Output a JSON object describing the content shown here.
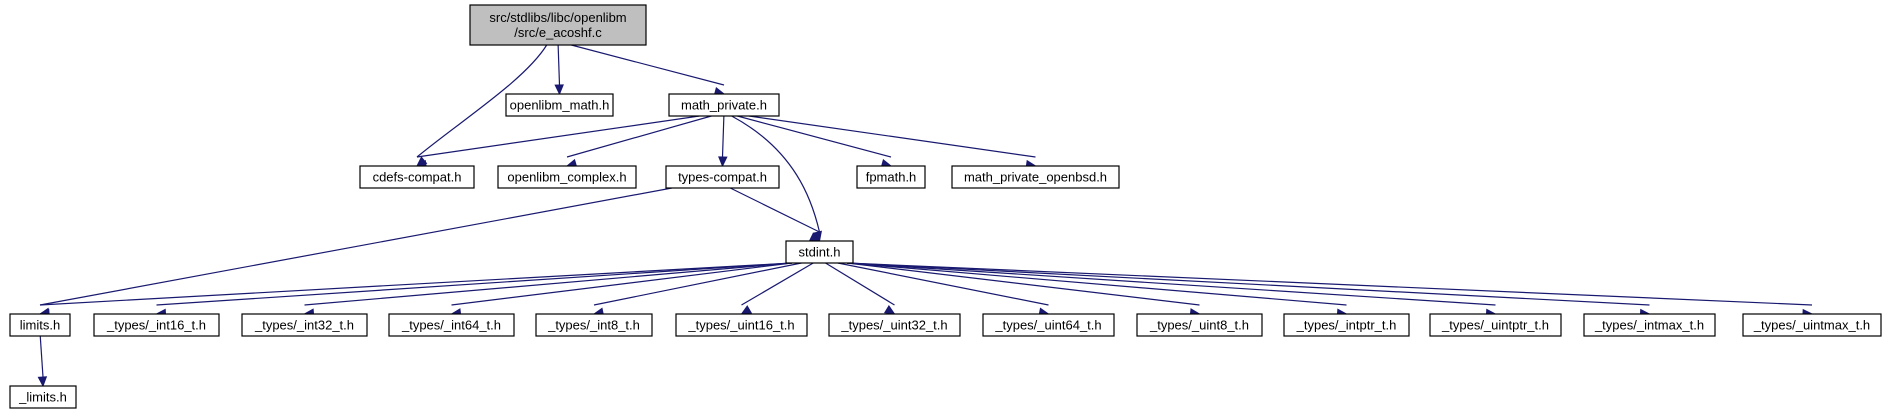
{
  "diagram": {
    "nodes": [
      {
        "id": "root",
        "lines": [
          "src/stdlibs/libc/openlibm",
          "/src/e_acoshf.c"
        ],
        "root": true
      },
      {
        "id": "openlibm_math",
        "lines": [
          "openlibm_math.h"
        ]
      },
      {
        "id": "math_private",
        "lines": [
          "math_private.h"
        ]
      },
      {
        "id": "cdefs_compat",
        "lines": [
          "cdefs-compat.h"
        ]
      },
      {
        "id": "openlibm_complex",
        "lines": [
          "openlibm_complex.h"
        ]
      },
      {
        "id": "types_compat",
        "lines": [
          "types-compat.h"
        ]
      },
      {
        "id": "fpmath",
        "lines": [
          "fpmath.h"
        ]
      },
      {
        "id": "math_private_openbsd",
        "lines": [
          "math_private_openbsd.h"
        ]
      },
      {
        "id": "stdint",
        "lines": [
          "stdint.h"
        ]
      },
      {
        "id": "limits",
        "lines": [
          "limits.h"
        ]
      },
      {
        "id": "int16",
        "lines": [
          "_types/_int16_t.h"
        ]
      },
      {
        "id": "int32",
        "lines": [
          "_types/_int32_t.h"
        ]
      },
      {
        "id": "int64",
        "lines": [
          "_types/_int64_t.h"
        ]
      },
      {
        "id": "int8",
        "lines": [
          "_types/_int8_t.h"
        ]
      },
      {
        "id": "uint16",
        "lines": [
          "_types/_uint16_t.h"
        ]
      },
      {
        "id": "uint32",
        "lines": [
          "_types/_uint32_t.h"
        ]
      },
      {
        "id": "uint64",
        "lines": [
          "_types/_uint64_t.h"
        ]
      },
      {
        "id": "uint8",
        "lines": [
          "_types/_uint8_t.h"
        ]
      },
      {
        "id": "intptr",
        "lines": [
          "_types/_intptr_t.h"
        ]
      },
      {
        "id": "uintptr",
        "lines": [
          "_types/_uintptr_t.h"
        ]
      },
      {
        "id": "intmax",
        "lines": [
          "_types/_intmax_t.h"
        ]
      },
      {
        "id": "uintmax",
        "lines": [
          "_types/_uintmax_t.h"
        ]
      },
      {
        "id": "_limits",
        "lines": [
          "_limits.h"
        ]
      }
    ],
    "edges": [
      [
        "root",
        "cdefs_compat"
      ],
      [
        "root",
        "openlibm_math"
      ],
      [
        "root",
        "math_private"
      ],
      [
        "math_private",
        "cdefs_compat"
      ],
      [
        "math_private",
        "openlibm_complex"
      ],
      [
        "math_private",
        "types_compat"
      ],
      [
        "math_private",
        "stdint"
      ],
      [
        "math_private",
        "fpmath"
      ],
      [
        "math_private",
        "math_private_openbsd"
      ],
      [
        "types_compat",
        "limits"
      ],
      [
        "types_compat",
        "stdint"
      ],
      [
        "stdint",
        "limits"
      ],
      [
        "stdint",
        "int16"
      ],
      [
        "stdint",
        "int32"
      ],
      [
        "stdint",
        "int64"
      ],
      [
        "stdint",
        "int8"
      ],
      [
        "stdint",
        "uint16"
      ],
      [
        "stdint",
        "uint32"
      ],
      [
        "stdint",
        "uint64"
      ],
      [
        "stdint",
        "uint8"
      ],
      [
        "stdint",
        "intptr"
      ],
      [
        "stdint",
        "uintptr"
      ],
      [
        "stdint",
        "intmax"
      ],
      [
        "stdint",
        "uintmax"
      ],
      [
        "limits",
        "_limits"
      ]
    ]
  },
  "colors": {
    "edge": "#191970",
    "root_fill": "#bfbfbf",
    "node_fill": "#ffffff",
    "node_stroke": "#000000"
  }
}
